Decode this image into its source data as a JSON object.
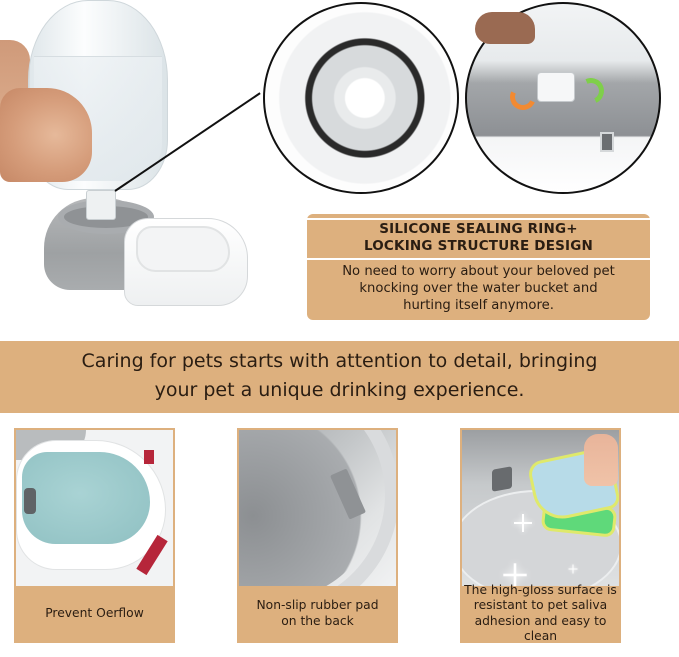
{
  "product_images": {
    "main_illustration": "pet-water-dispenser-with-bottle-icon",
    "detail_circle_left": "silicone-sealing-ring-cap-icon",
    "detail_circle_right": "twist-lock-bottle-icon"
  },
  "feature": {
    "title_line1": "SILICONE SEALING RING+",
    "title_line2": "LOCKING STRUCTURE DESIGN",
    "desc_line1": "No need to worry about your beloved pet",
    "desc_line2": "knocking over the water bucket and",
    "desc_line3": "hurting itself anymore."
  },
  "banner": {
    "line1": "Caring for pets starts with attention to detail, bringing",
    "line2": "your pet a unique drinking experience."
  },
  "panels": [
    {
      "image": "water-level-overflow-mark-icon",
      "caption_line1": "Prevent Oerflow",
      "caption_line2": "",
      "caption_line3": ""
    },
    {
      "image": "non-slip-rubber-pad-icon",
      "caption_line1": "Non-slip rubber pad",
      "caption_line2": "on the back",
      "caption_line3": ""
    },
    {
      "image": "towel-wiping-glossy-surface-icon",
      "caption_line1": "The high-gloss surface is",
      "caption_line2": "resistant to pet saliva",
      "caption_line3": "adhesion and easy to clean"
    }
  ],
  "colors": {
    "accent_tan": "#ddb07e",
    "text_dark": "#2a1d12",
    "overflow_mark_red": "#b6263a",
    "arrow_orange": "#f28a32",
    "arrow_green": "#7fcf4a"
  }
}
